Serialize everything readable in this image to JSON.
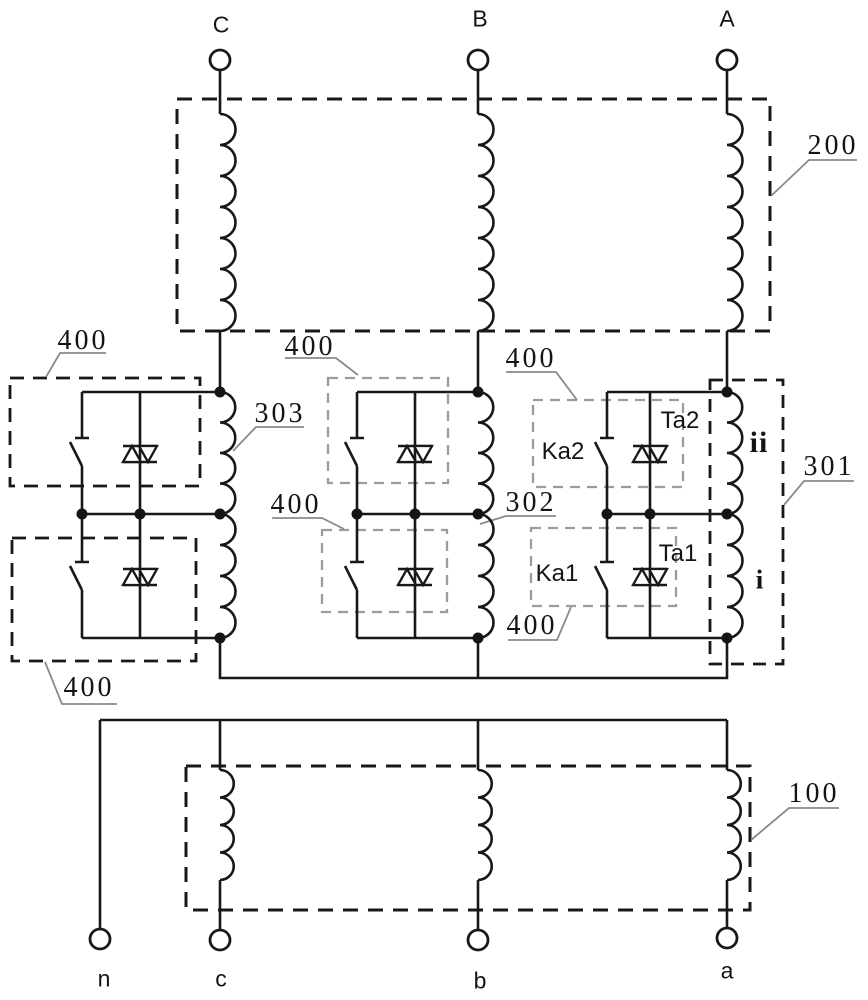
{
  "figure": {
    "kind": "three-phase transformer tap-changer circuit schematic",
    "background": "#ffffff"
  },
  "colors": {
    "line": "#181818",
    "box_dash": "#1a1a1a",
    "gray_box_dash": "#9c9c9c",
    "leader": "#8a8a8a",
    "label": "#141414"
  },
  "labels": {
    "phase_c": "C",
    "phase_b": "B",
    "phase_a": "A",
    "ref200": "200",
    "ref100": "100",
    "ref301": "301",
    "ref302": "302",
    "ref303": "303",
    "ref400_c_top": "400",
    "ref400_b_top": "400",
    "ref400_a_top": "400",
    "ref400_b_mid": "400",
    "ref400_a_bot": "400",
    "ref400_c_bot": "400",
    "ka2": "Ka2",
    "ka1": "Ka1",
    "ta2": "Ta2",
    "ta1": "Ta1",
    "current_ii": "ii",
    "current_i": "i",
    "out_n": "n",
    "out_c": "c",
    "out_b": "b",
    "out_a": "a"
  }
}
